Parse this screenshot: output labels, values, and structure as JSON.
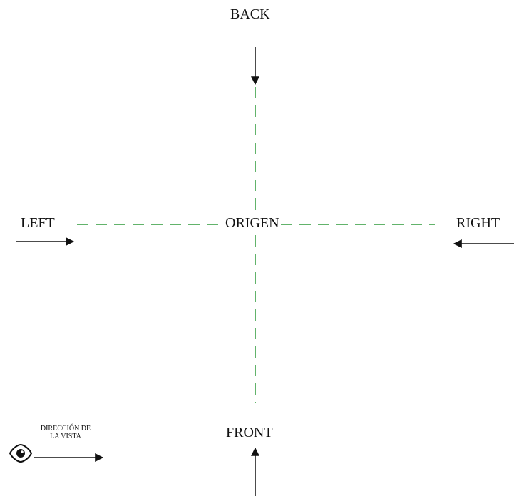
{
  "labels": {
    "back": "BACK",
    "left": "LEFT",
    "origin": "ORIGEN",
    "right": "RIGHT",
    "front": "FRONT"
  },
  "legend": {
    "line1": "DIRECCIÓN DE",
    "line2": "LA VISTA",
    "icon": "eye-icon"
  },
  "colors": {
    "axis_dashes": "#62b36b",
    "arrows": "#111111"
  }
}
